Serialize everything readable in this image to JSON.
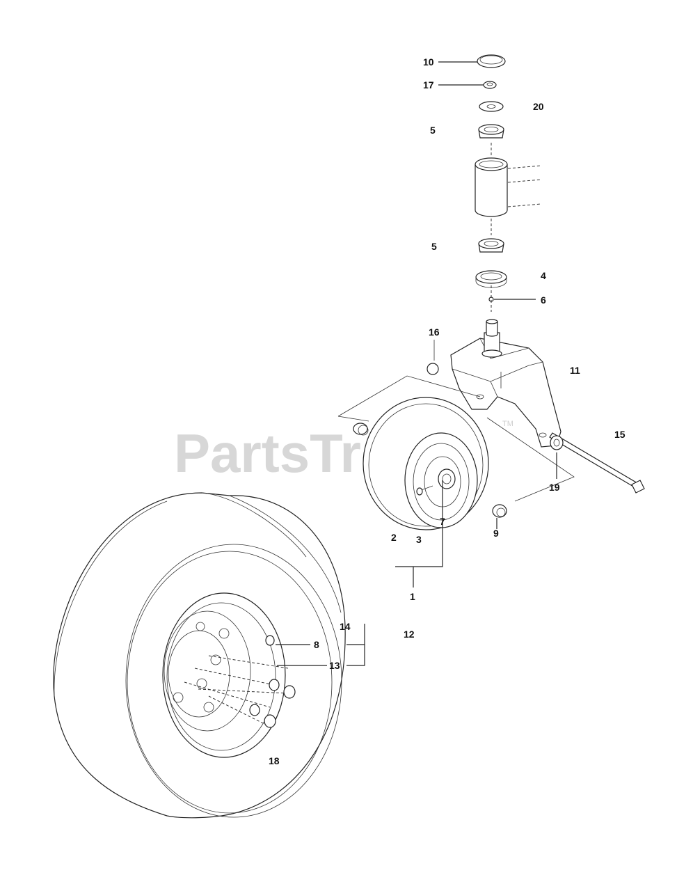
{
  "watermark": {
    "text": "PartsTree",
    "tm": "TM"
  },
  "callouts": {
    "c1": "1",
    "c2": "2",
    "c3": "3",
    "c4": "4",
    "c5a": "5",
    "c5b": "5",
    "c6": "6",
    "c7": "7",
    "c8": "8",
    "c9": "9",
    "c10": "10",
    "c11": "11",
    "c12": "12",
    "c13": "13",
    "c14": "14",
    "c15": "15",
    "c16": "16",
    "c17": "17",
    "c18": "18",
    "c19": "19",
    "c20": "20"
  }
}
